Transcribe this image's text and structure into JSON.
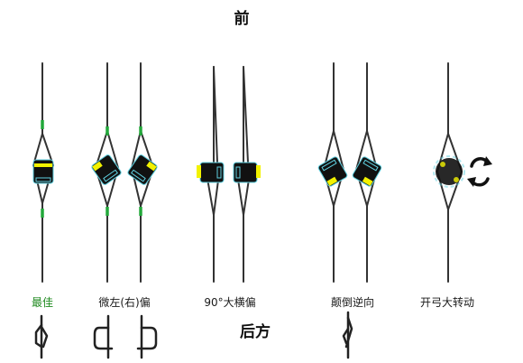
{
  "header": {
    "front": "前",
    "back": "后方"
  },
  "panels": [
    {
      "label": "最佳"
    },
    {
      "label": "微左(右)偏"
    },
    {
      "label": "90°大横偏"
    },
    {
      "label": "颠倒逆向"
    },
    {
      "label": "开弓大转动"
    }
  ],
  "colors": {
    "string": "#333333",
    "serving": "#22a83a",
    "peep_body": "#111111",
    "peep_accent": "#f2f200",
    "peep_outline": "#5fd0e0",
    "best_label": "#1f8a1f"
  },
  "icons": {
    "rotate": "rotate-arrows-icon"
  }
}
